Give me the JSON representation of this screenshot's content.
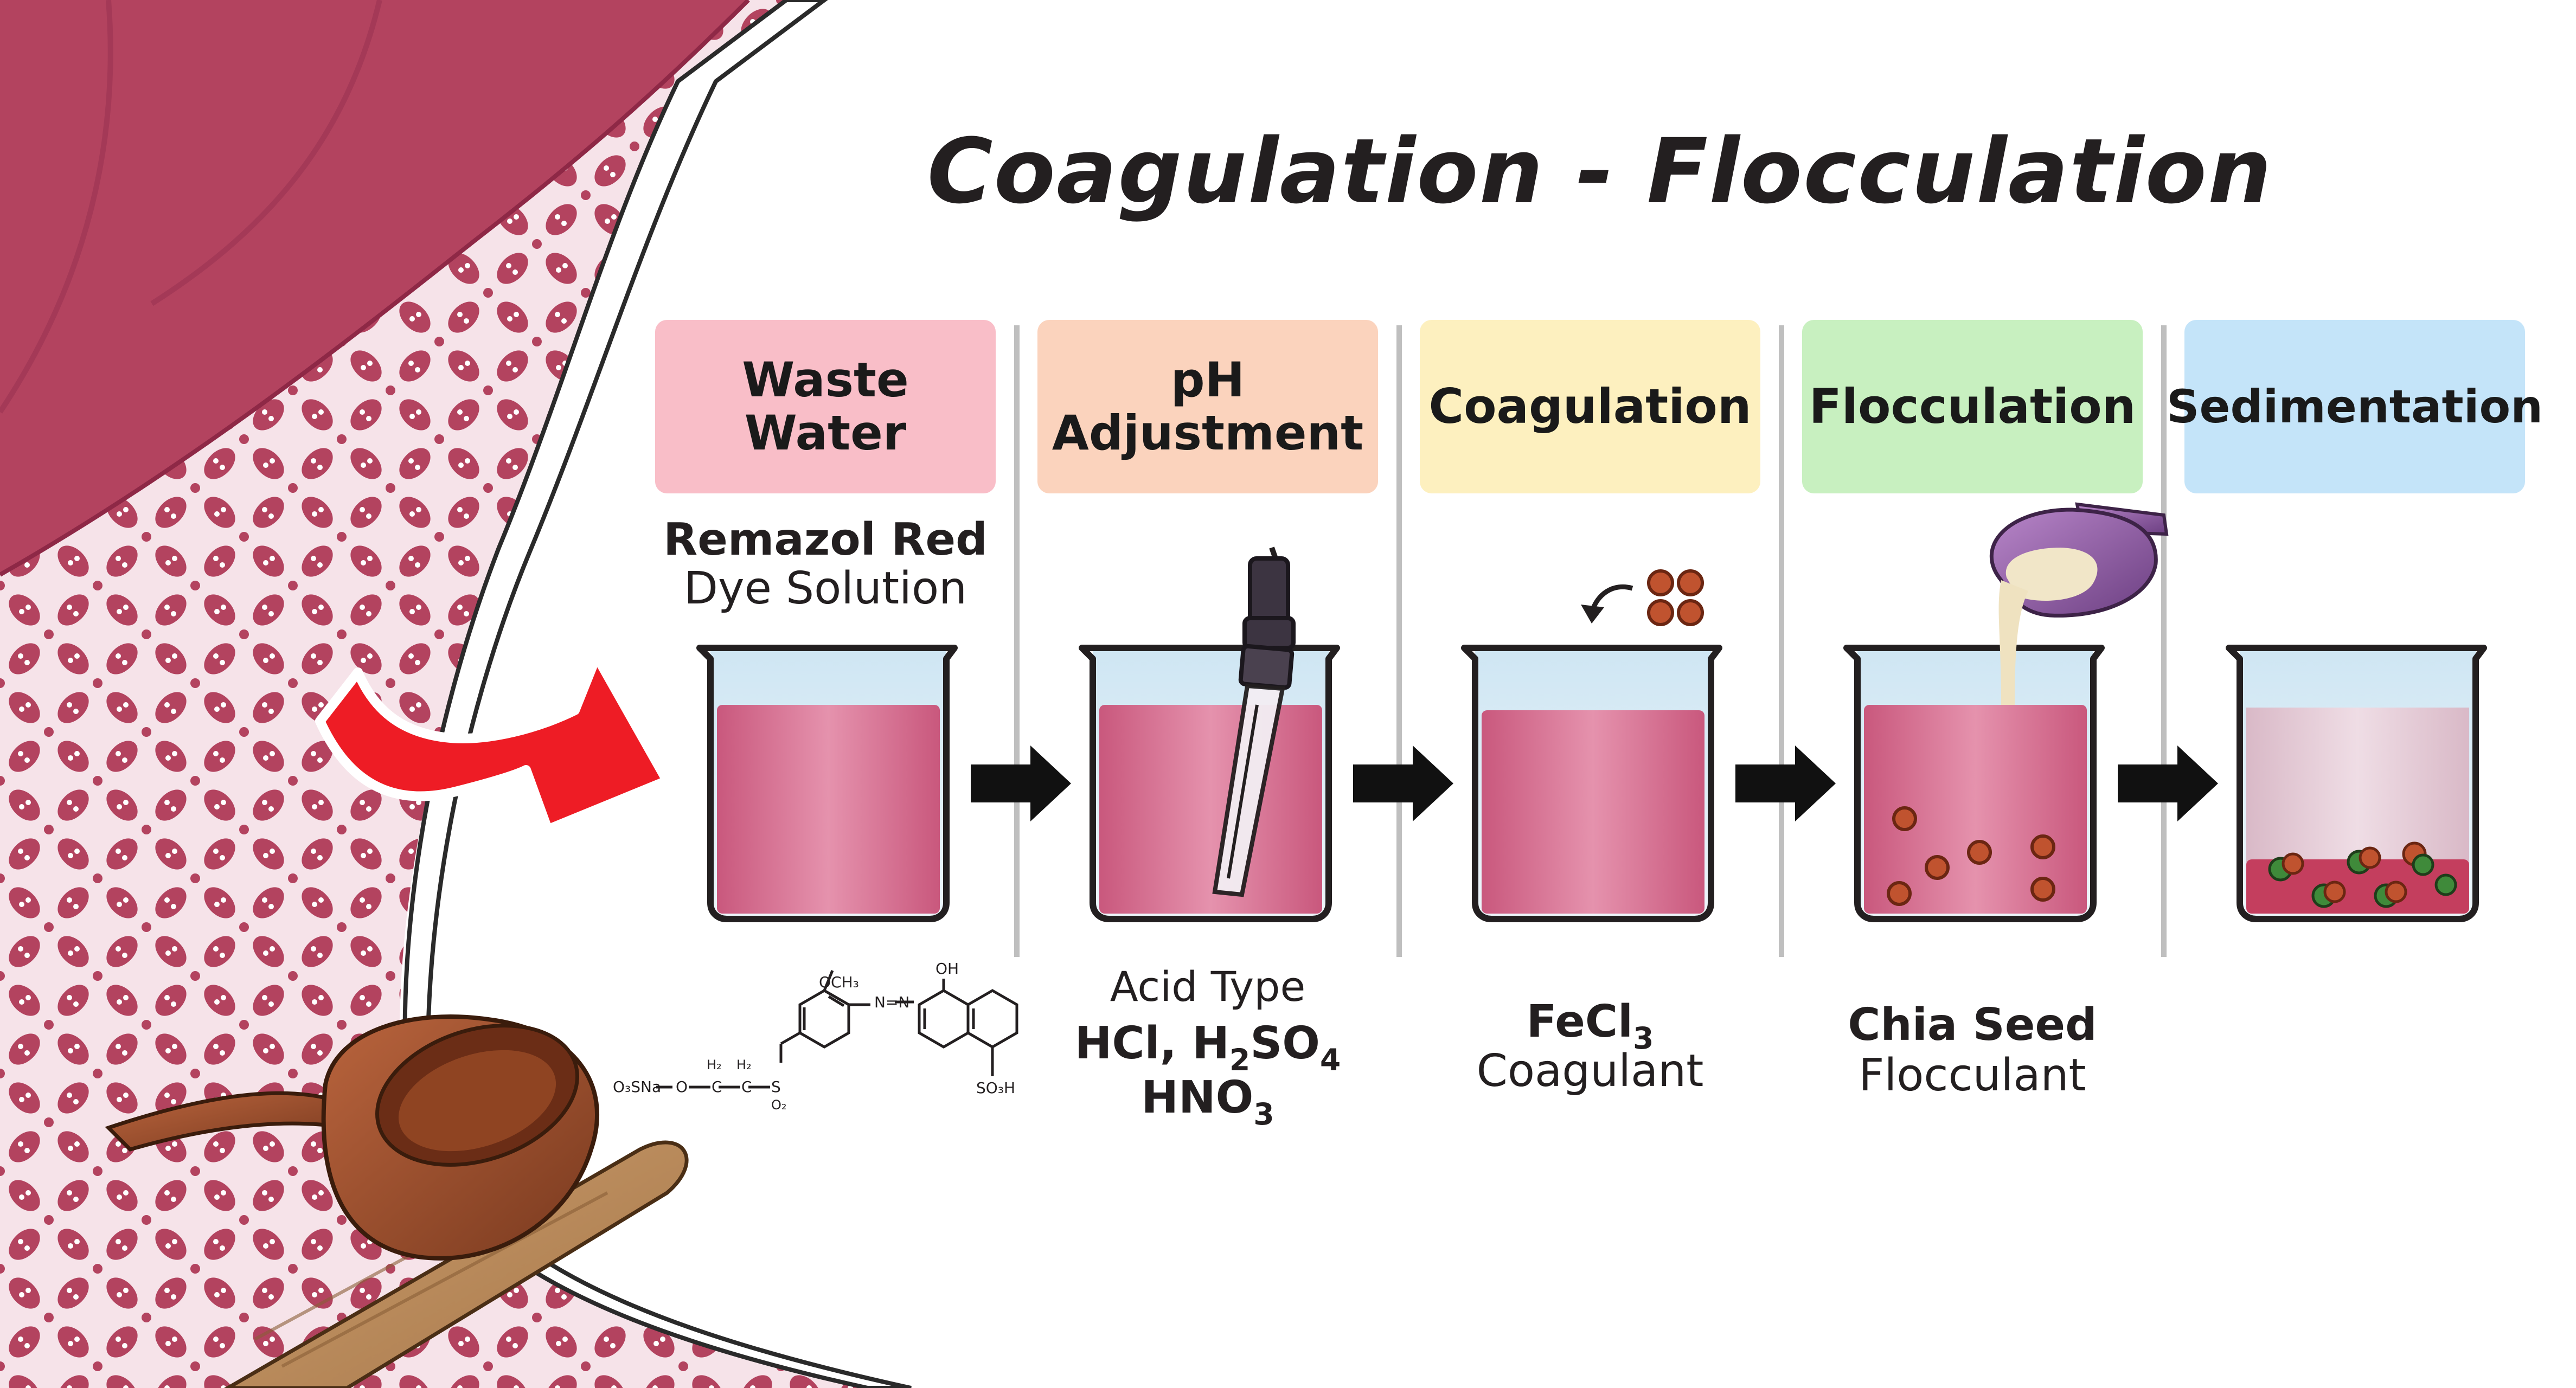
{
  "title": "Coagulation - Flocculation",
  "steps": [
    {
      "label": "Waste\nWater",
      "color": "#f9bec8"
    },
    {
      "label": "pH\nAdjustment",
      "color": "#fbd3bd"
    },
    {
      "label": "Coagulation",
      "color": "#fdf0bf"
    },
    {
      "label": "Flocculation",
      "color": "#c8f0c0"
    },
    {
      "label": "Sedimentation",
      "color": "#c4e4f9"
    }
  ],
  "waste_water": {
    "name": "Remazol Red",
    "desc": "Dye Solution"
  },
  "chemical_structure": {
    "methoxy": "OCH₃",
    "hydroxyl": "OH",
    "sodium_group": "O₃SNa",
    "oxygen": "O",
    "c1": "C",
    "c2": "C",
    "h2a": "H₂",
    "h2b": "H₂",
    "sulfur": "S",
    "o2": "O₂",
    "sulfo": "SO₃H",
    "azo": "N=N"
  },
  "acid": {
    "heading": "Acid Type",
    "line1_a": "HCl, H",
    "line1_sub1": "2",
    "line1_b": "SO",
    "line1_sub2": "4",
    "line2_a": "HNO",
    "line2_sub": "3"
  },
  "coagulant": {
    "formula_a": "FeCl",
    "formula_sub": "3",
    "desc": "Coagulant"
  },
  "flocculant": {
    "name": "Chia Seed",
    "desc": "Flocculant"
  },
  "colors": {
    "liquid": "#d36a8c",
    "liquid_light": "#e896ae",
    "clear_liquid": "#e4c6d2",
    "sediment": "#c43e5e",
    "particle": "#c0532f",
    "seed_green": "#3f8a3a",
    "arrow": "#111111",
    "red_arrow": "#ee1c25",
    "fabric": "#b3435f",
    "fabric_dark": "#8e2846"
  },
  "icons": [
    "red-curved-arrow-icon",
    "ph-probe-icon",
    "rotate-arrow-icon",
    "spoon-icon",
    "process-arrow-icon",
    "ladle-icon"
  ]
}
